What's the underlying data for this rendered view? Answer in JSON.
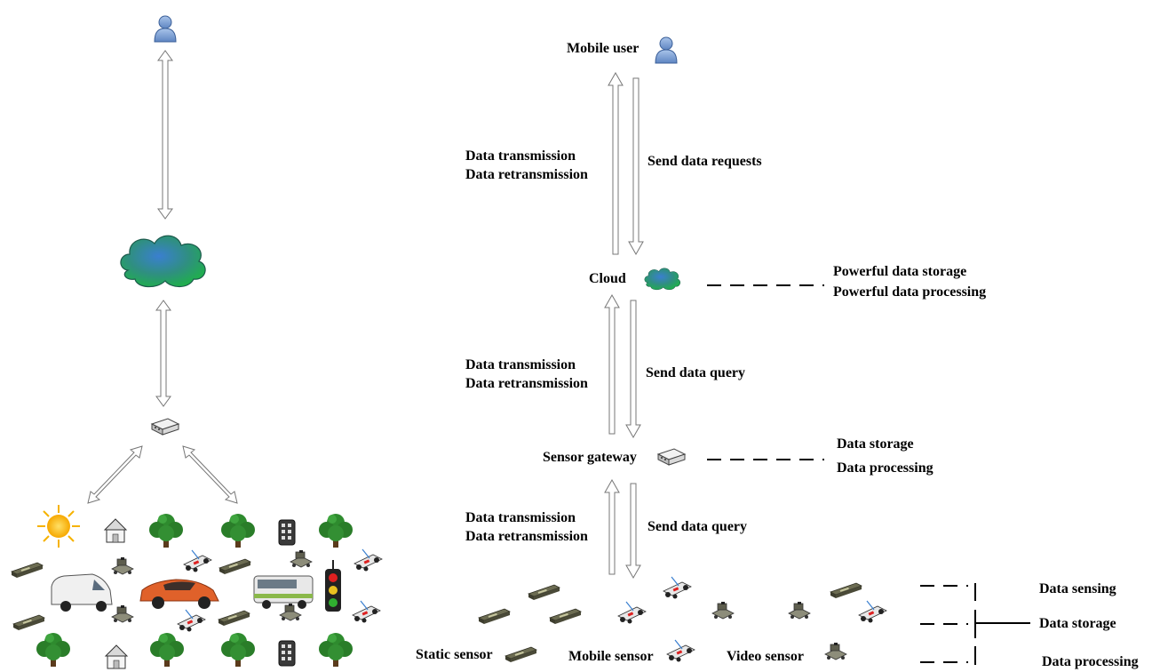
{
  "labels": {
    "mobile_user": "Mobile user",
    "cloud": "Cloud",
    "sensor_gateway": "Sensor gateway",
    "static_sensor": "Static sensor",
    "mobile_sensor": "Mobile sensor",
    "video_sensor": "Video sensor"
  },
  "links": {
    "user_cloud": {
      "up_1": "Data transmission",
      "up_2": "Data retransmission",
      "down": "Send data requests"
    },
    "cloud_gateway": {
      "up_1": "Data transmission",
      "up_2": "Data retransmission",
      "down": "Send data query"
    },
    "gateway_sensors": {
      "up_1": "Data transmission",
      "up_2": "Data retransmission",
      "down": "Send data query"
    }
  },
  "capabilities": {
    "cloud": [
      "Powerful data storage",
      "Powerful data processing"
    ],
    "gateway": [
      "Data storage",
      "Data processing"
    ],
    "sensors": [
      "Data sensing",
      "Data storage",
      "Data processing"
    ]
  },
  "colors": {
    "line": "#000000",
    "arrow_stroke": "#777777",
    "cloud_fill": "#2f8f80",
    "user_fill": "#7ea3d6"
  }
}
